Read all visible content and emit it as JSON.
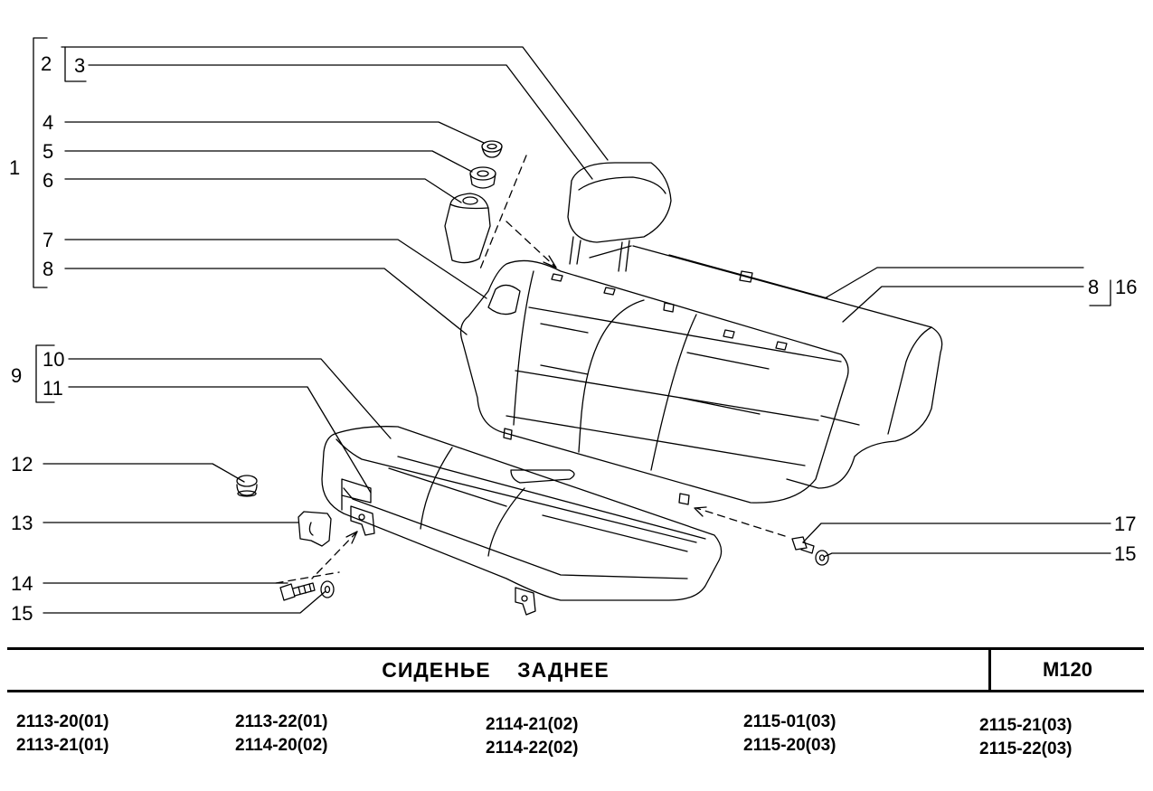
{
  "callouts": {
    "n1": "1",
    "n2": "2",
    "n3": "3",
    "n4": "4",
    "n5": "5",
    "n6": "6",
    "n7": "7",
    "n8": "8",
    "n8r": "8",
    "n9": "9",
    "n10": "10",
    "n11": "11",
    "n12": "12",
    "n13": "13",
    "n14": "14",
    "n15": "15",
    "n15r": "15",
    "n16": "16",
    "n17": "17"
  },
  "title": "СИДЕНЬЕ    ЗАДНЕЕ",
  "code": "М120",
  "models": [
    [
      "2113-20(01)",
      "2113-21(01)"
    ],
    [
      "2113-22(01)",
      "2114-20(02)"
    ],
    [
      "2114-21(02)",
      "2114-22(02)"
    ],
    [
      "2115-01(03)",
      "2115-20(03)"
    ],
    [
      "2115-21(03)",
      "2115-22(03)"
    ]
  ]
}
